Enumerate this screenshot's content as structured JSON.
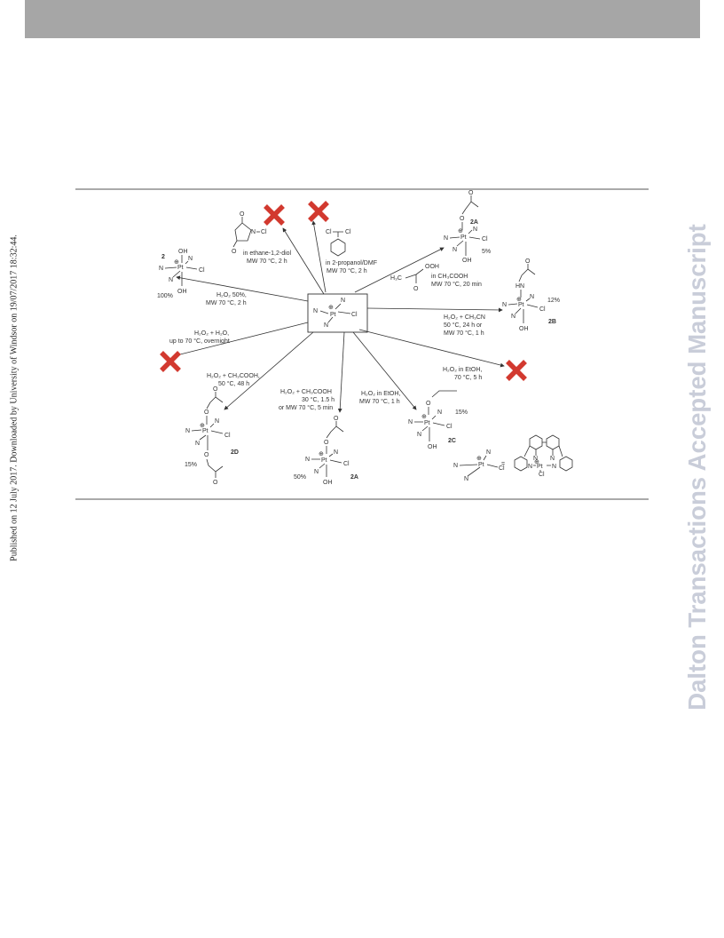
{
  "header": {
    "bar_color": "#a6a6a6"
  },
  "margin_note": "Published on 12 July 2017. Downloaded by University of Windsor on 19/07/2017 18:32:44.",
  "watermark": {
    "text": "Dalton Transactions Accepted Manuscript",
    "color": "#c9cdd9"
  },
  "scheme": {
    "fail_mark_color": "#d2392f",
    "atoms": {
      "N": "N",
      "Pt": "Pt",
      "Cl": "Cl",
      "OH": "OH",
      "O": "O",
      "HN": "HN",
      "OOH": "OOH",
      "H3C": "H₃C",
      "plus": "⊕"
    },
    "conditions": {
      "nclsuccinimide": [
        "in ethane-1,2-diol",
        "MW 70 °C, 2 h"
      ],
      "iodobenzene": [
        "in 2-propanol/DMF",
        "MW 70 °C, 2 h"
      ],
      "peracetic": [
        "in CH₃COOH",
        "MW 70 °C, 20 min"
      ],
      "h2o2_50": [
        "H₂O₂ 50%,",
        "MW 70 °C, 2 h"
      ],
      "acetonitrile": [
        "H₂O₂ + CH₃CN",
        "50 °C, 24 h or",
        "MW 70 °C, 1 h"
      ],
      "h2o2_water": [
        "H₂O₂ + H₂O,",
        "up to 70 °C, overnight"
      ],
      "ethanol_fail": [
        "H₂O₂ in EtOH,",
        "70 °C, 5 h"
      ],
      "acetic_48h": [
        "H₂O₂ + CH₃COOH,",
        "50 °C, 48 h"
      ],
      "acetic_mw": [
        "H₂O₂ + CH₃COOH",
        "30 °C, 1.5 h",
        "or MW 70 °C, 5 min"
      ],
      "ethanol_ok": [
        "H₂O₂ in EtOH,",
        "MW 70 °C, 1 h"
      ]
    },
    "products": {
      "p2": {
        "label": "2",
        "yield": "100%"
      },
      "p2A_top": {
        "label": "2A",
        "yield": "5%"
      },
      "p2B": {
        "label": "2B",
        "yield": "12%"
      },
      "p2D": {
        "label": "2D",
        "yield": "15%"
      },
      "p2A_bottom": {
        "label": "2A",
        "yield": "50%"
      },
      "p2C": {
        "label": "2C",
        "yield": "15%"
      }
    },
    "legend_equals": "="
  }
}
